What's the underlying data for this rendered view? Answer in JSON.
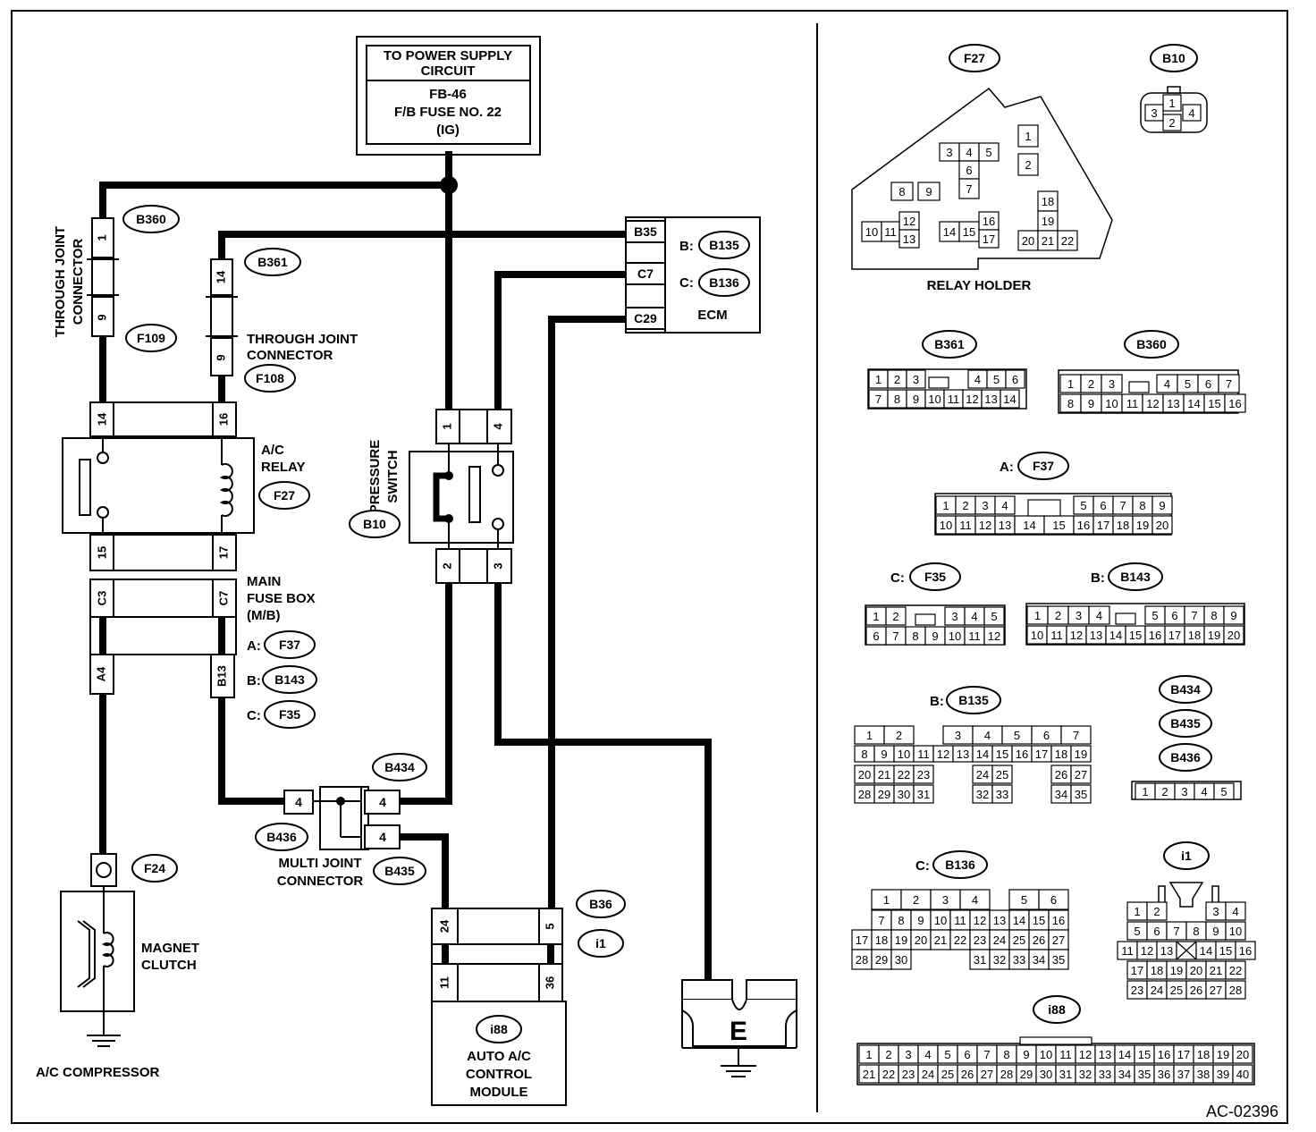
{
  "power_supply": {
    "line1": "TO POWER SUPPLY",
    "line2": "CIRCUIT",
    "line3": "FB-46",
    "line4": "F/B FUSE NO. 22",
    "line5": "(IG)"
  },
  "labels": {
    "through_joint_left_1": "THROUGH JOINT",
    "through_joint_left_2": "CONNECTOR",
    "through_joint_right_1": "THROUGH JOINT",
    "through_joint_right_2": "CONNECTOR",
    "ac_relay_1": "A/C",
    "ac_relay_2": "RELAY",
    "main_fuse_1": "MAIN",
    "main_fuse_2": "FUSE BOX",
    "main_fuse_3": "(M/B)",
    "prefix_a": "A:",
    "prefix_b": "B:",
    "prefix_c": "C:",
    "pressure_1": "PRESSURE",
    "pressure_2": "SWITCH",
    "ecm": "ECM",
    "multi_joint_1": "MULTI JOINT",
    "multi_joint_2": "CONNECTOR",
    "magnet_1": "MAGNET",
    "magnet_2": "CLUTCH",
    "ac_compressor": "A/C COMPRESSOR",
    "module_1": "AUTO A/C",
    "module_2": "CONTROL",
    "module_3": "MODULE",
    "ground": "E",
    "relay_holder": "RELAY HOLDER",
    "doc_id": "AC-02396"
  },
  "connector_ids": {
    "b360": "B360",
    "b361": "B361",
    "f109": "F109",
    "f108": "F108",
    "f27": "F27",
    "b10": "B10",
    "b135": "B135",
    "b136": "B136",
    "f37": "F37",
    "b143": "B143",
    "f35": "F35",
    "b434": "B434",
    "b435": "B435",
    "b436": "B436",
    "f24": "F24",
    "b36": "B36",
    "i1": "i1",
    "i88": "i88"
  },
  "pins": {
    "b360_1": "1",
    "f109_9": "9",
    "b361_14": "14",
    "f108_9": "9",
    "relay_14": "14",
    "relay_16": "16",
    "relay_15": "15",
    "relay_17": "17",
    "fuse_c3": "C3",
    "fuse_c7": "C7",
    "fuse_a4": "A4",
    "fuse_b13": "B13",
    "ecm_b35": "B35",
    "ecm_c7": "C7",
    "ecm_c29": "C29",
    "ps_1": "1",
    "ps_4": "4",
    "ps_2": "2",
    "ps_3": "3",
    "mj_4a": "4",
    "mj_4b": "4",
    "mj_4c": "4",
    "mod_24": "24",
    "mod_5": "5",
    "mod_11": "11",
    "mod_36": "36"
  }
}
